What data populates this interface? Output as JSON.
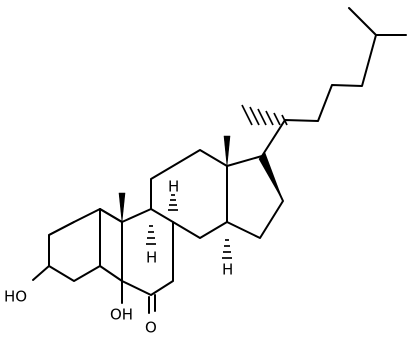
{
  "molecule": {
    "labels": {
      "oh_c3": "HO",
      "oh_c5": "OH",
      "oxo_c6": "O",
      "h_c9": "H",
      "h_c8": "H",
      "h_c14": "H"
    }
  },
  "colors": {
    "bond": "#000000",
    "background": "#ffffff"
  }
}
